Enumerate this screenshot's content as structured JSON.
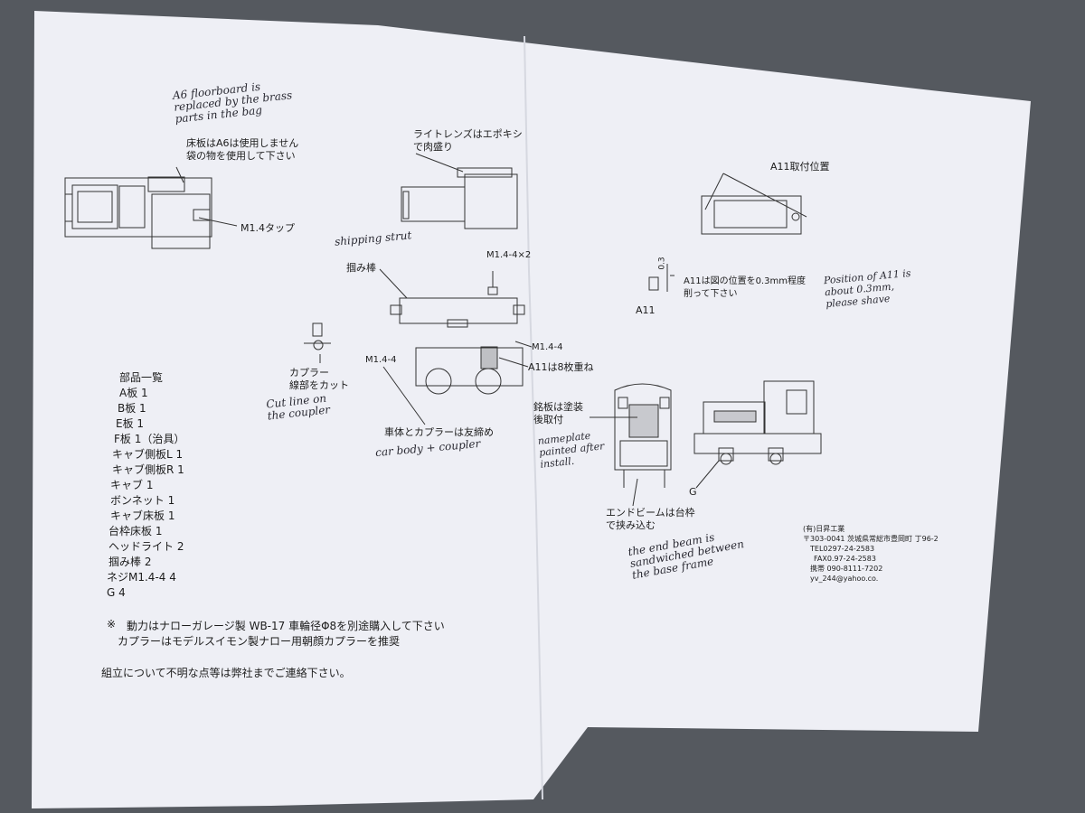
{
  "handwritten": {
    "a6_note": "A6 floorboard is\nreplaced by the brass\nparts in the bag",
    "shipping_strut": "shipping strut",
    "cut_line": "Cut line on\nthe coupler",
    "car_body_note": "car body + coupler",
    "nameplate_note": "nameplate\npainted after\ninstall.",
    "position_note": "Position of A11 is\nabout 0.3mm,\nplease shave",
    "end_beam_note": "the end beam is\nsandwiched between\nthe base frame"
  },
  "labels": {
    "floorboard": "床板はA6は使用しません\n袋の物を使用して下さい",
    "m14_tap": "M1.4タップ",
    "light_lens": "ライトレンズはエポキシ\nで肉盛り",
    "a11_position": "A11取付位置",
    "m14_4x2": "M1.4-4×2",
    "grab_bar": "掴み棒",
    "dim_03": "0.3",
    "a11_shave": "A11は図の位置を0.3mm程度\n削って下さい",
    "a11": "A11",
    "coupler_cut": "カプラー\n線部をカット",
    "m14_4_left": "M1.4-4",
    "m14_4_right": "M1.4-4",
    "a11_stack": "A11は8枚重ね",
    "body_coupler": "車体とカプラーは友締め",
    "nameplate": "銘板は塗装\n後取付",
    "g_label": "G",
    "end_beam": "エンドビームは台枠\nで挟み込む"
  },
  "parts_list": {
    "title": "部品一覧",
    "items": [
      "A板  1",
      "B板  1",
      "E板  1",
      "F板  1（治具）",
      "キャブ側板L  1",
      "キャブ側板R  1",
      "キャブ  1",
      "ボンネット  1",
      "キャブ床板  1",
      "台枠床板  1",
      "ヘッドライト  2",
      "掴み棒  2",
      "ネジM1.4-4  4",
      "G  4"
    ]
  },
  "footer": {
    "note_mark": "※",
    "note_line1": "動力はナローガレージ製  WB-17  車輪径Φ8を別途購入して下さい",
    "note_line2": "カプラーはモデルスイモン製ナロー用朝顔カプラーを推奨",
    "contact": "組立について不明な点等は弊社までご連絡下さい。"
  },
  "company": {
    "name": "(有)日昇工業",
    "address": "〒303-0041  茨城県常総市豊岡町  丁96-2",
    "tel": "TEL0297-24-2583",
    "fax": "FAX0.97-24-2583",
    "mobile": "携帯  090-8111-7202",
    "email": "yv_244@yahoo.co."
  },
  "colors": {
    "backdrop": "#55595f",
    "paper": "#eeeff5",
    "ink": "#1c1c1c",
    "handwriting": "#2a2a33"
  }
}
